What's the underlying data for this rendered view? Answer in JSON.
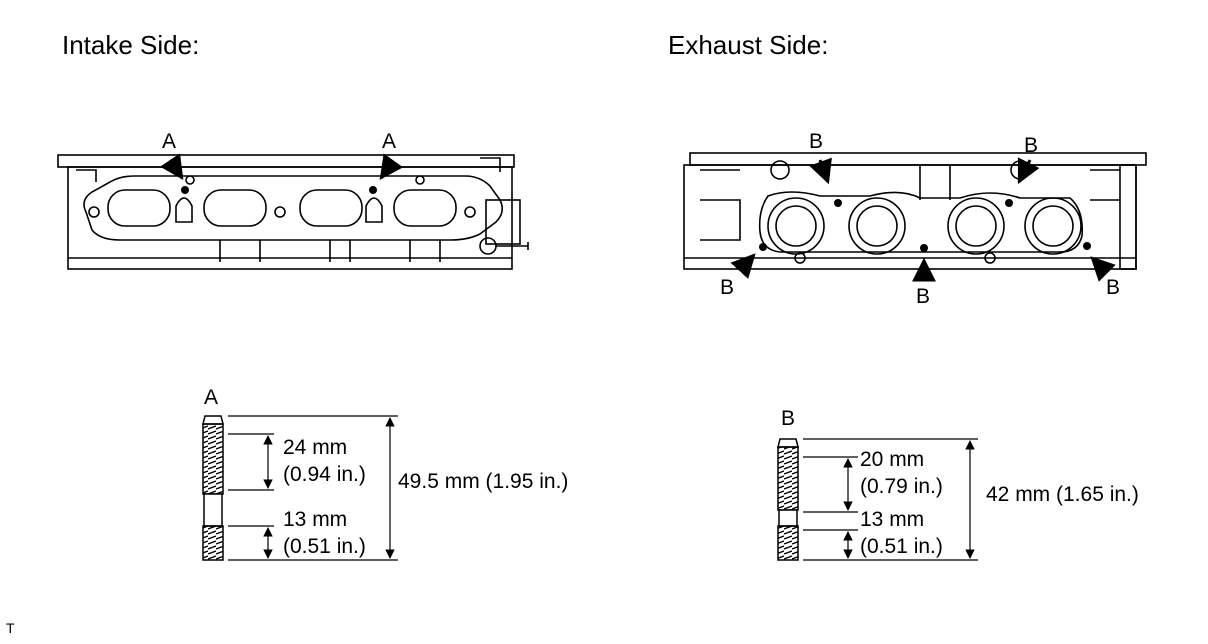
{
  "headings": {
    "intake": "Intake Side:",
    "exhaust": "Exhaust Side:"
  },
  "callouts": {
    "a": "A",
    "b": "B"
  },
  "stud_a": {
    "label": "A",
    "upper_mm": "24 mm",
    "upper_in": "(0.94 in.)",
    "lower_mm": "13 mm",
    "lower_in": "(0.51 in.)",
    "overall": "49.5 mm (1.95 in.)"
  },
  "stud_b": {
    "label": "B",
    "upper_mm": "20 mm",
    "upper_in": "(0.79 in.)",
    "lower_mm": "13 mm",
    "lower_in": "(0.51 in.)",
    "overall": "42 mm (1.65 in.)"
  },
  "footer": "T"
}
